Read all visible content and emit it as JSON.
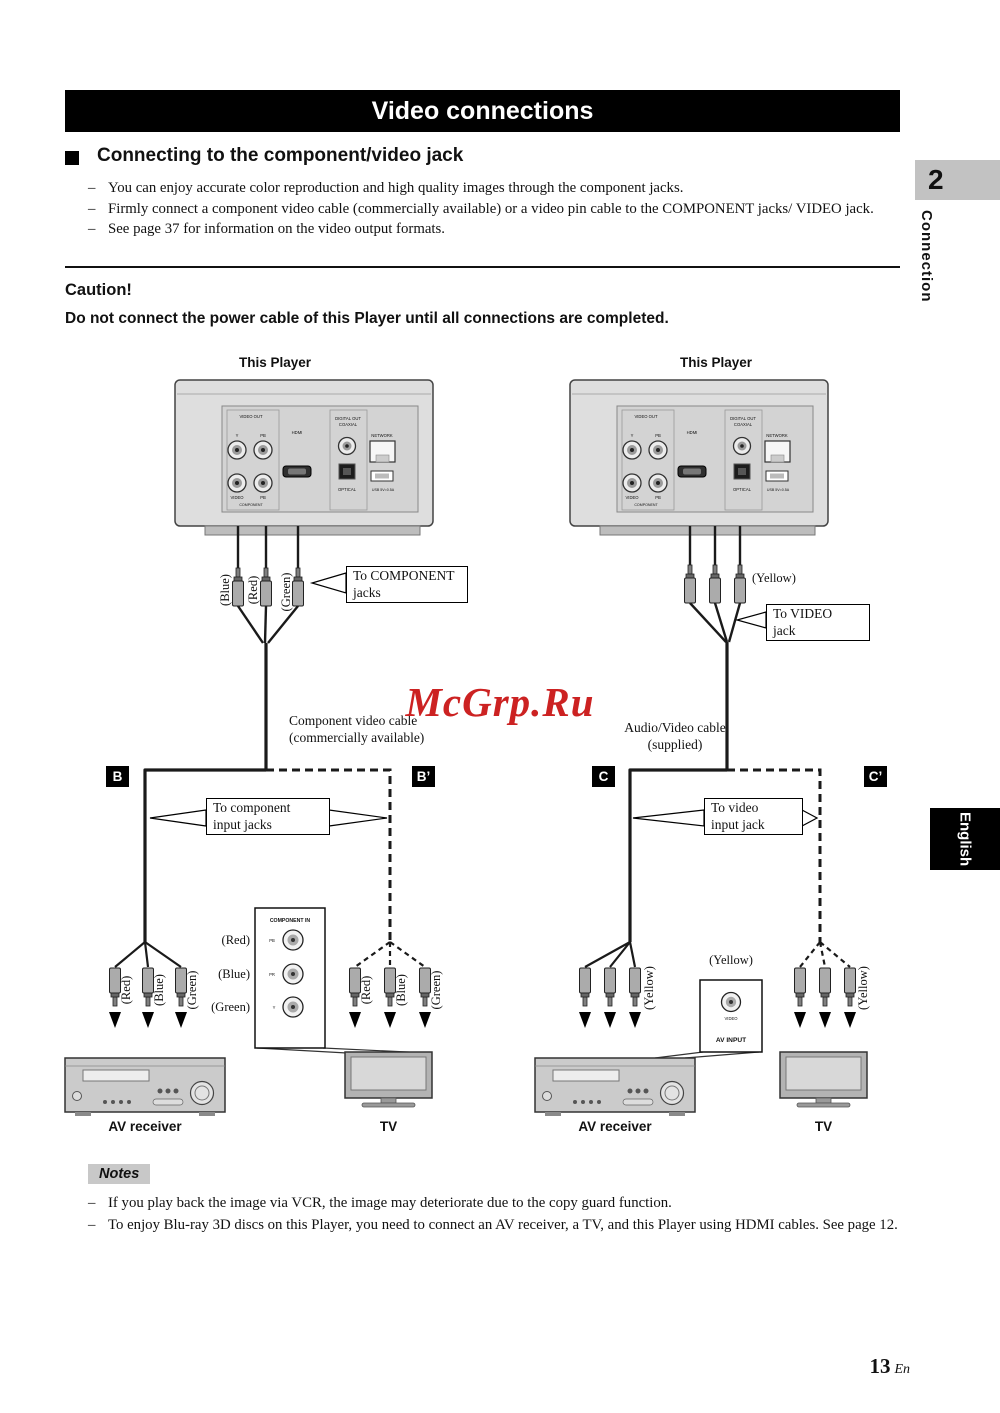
{
  "header": {
    "title": "Video connections"
  },
  "section": {
    "title": "Connecting to the component/video jack",
    "bullets": [
      "You can enjoy accurate color reproduction and high quality images through the component jacks.",
      "Firmly connect a component video cable (commercially available) or a video pin cable to the COMPONENT jacks/ VIDEO jack.",
      "See page 37 for information on the video output formats."
    ]
  },
  "caution": {
    "label": "Caution!",
    "text": "Do not connect the power cable of this Player until all connections are completed."
  },
  "sidebar": {
    "chapter_number": "2",
    "chapter_label": "Connection",
    "language_tab": "English"
  },
  "watermark": {
    "text": "McGrp.Ru",
    "color": "#cc2222"
  },
  "diagram": {
    "player_label_left": "This Player",
    "player_label_right": "This Player",
    "rear_panel": {
      "video_out": "VIDEO OUT",
      "y": "Y",
      "pb": "PB",
      "hdmi": "HDMI",
      "digital_out": "DIGITAL OUT",
      "coaxial": "COAXIAL",
      "network": "NETWORK",
      "video": "VIDEO",
      "pb2": "PB",
      "component": "COMPONENT",
      "optical": "OPTICAL",
      "usb": "USB 5V=0.5A"
    },
    "callouts": {
      "component_jacks": [
        "To COMPONENT",
        "jacks"
      ],
      "video_jack": [
        "To VIDEO",
        "jack"
      ],
      "component_input": [
        "To component",
        "input jacks"
      ],
      "video_input": [
        "To video",
        "input jack"
      ]
    },
    "captions": {
      "component_cable": [
        "Component video cable",
        "(commercially available)"
      ],
      "av_cable": [
        "Audio/Video cable",
        "(supplied)"
      ]
    },
    "badges": {
      "b": "B",
      "b_prime": "B’",
      "c": "C",
      "c_prime": "C’"
    },
    "colors": {
      "blue": "(Blue)",
      "red": "(Red)",
      "green": "(Green)",
      "yellow": "(Yellow)"
    },
    "component_in_panel": {
      "title": "COMPONENT IN",
      "pb": "PB",
      "pr": "PR",
      "y": "Y"
    },
    "av_input_panel": {
      "video": "VIDEO",
      "title": "AV INPUT"
    },
    "devices": {
      "av_receiver": "AV receiver",
      "tv": "TV"
    }
  },
  "notes": {
    "label": "Notes",
    "items": [
      "If you play back the image via VCR, the image may deteriorate due to the copy guard function.",
      "To enjoy Blu-ray 3D discs on this Player, you need to connect an AV receiver, a TV, and this Player using HDMI cables. See page 12."
    ]
  },
  "footer": {
    "page_number": "13",
    "page_suffix": "En"
  }
}
